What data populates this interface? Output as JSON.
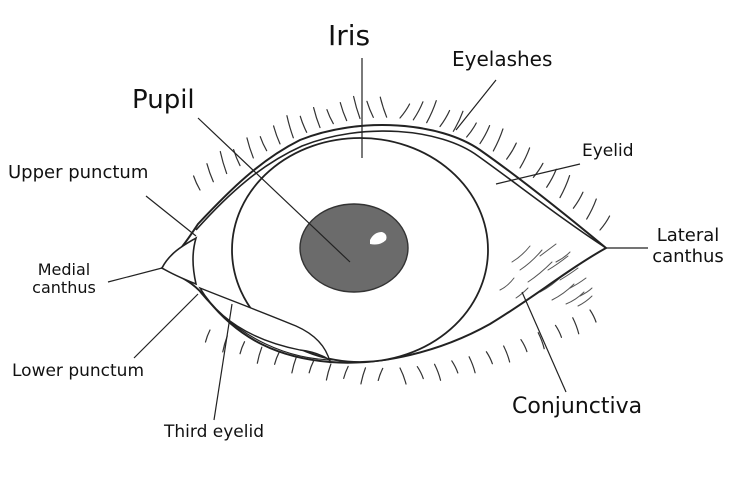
{
  "labels": {
    "iris": "Iris",
    "pupil": "Pupil",
    "eyelashes": "Eyelashes",
    "eyelid": "Eyelid",
    "upper_punctum": "Upper punctum",
    "medial_canthus": "Medial\ncanthus",
    "lateral_canthus": "Lateral\ncanthus",
    "lower_punctum": "Lower punctum",
    "third_eyelid": "Third eyelid",
    "conjunctiva": "Conjunctiva"
  },
  "colors": {
    "outline": "#222222",
    "pupil_fill": "#6b6b6b",
    "highlight": "#ffffff",
    "background": "#ffffff"
  }
}
